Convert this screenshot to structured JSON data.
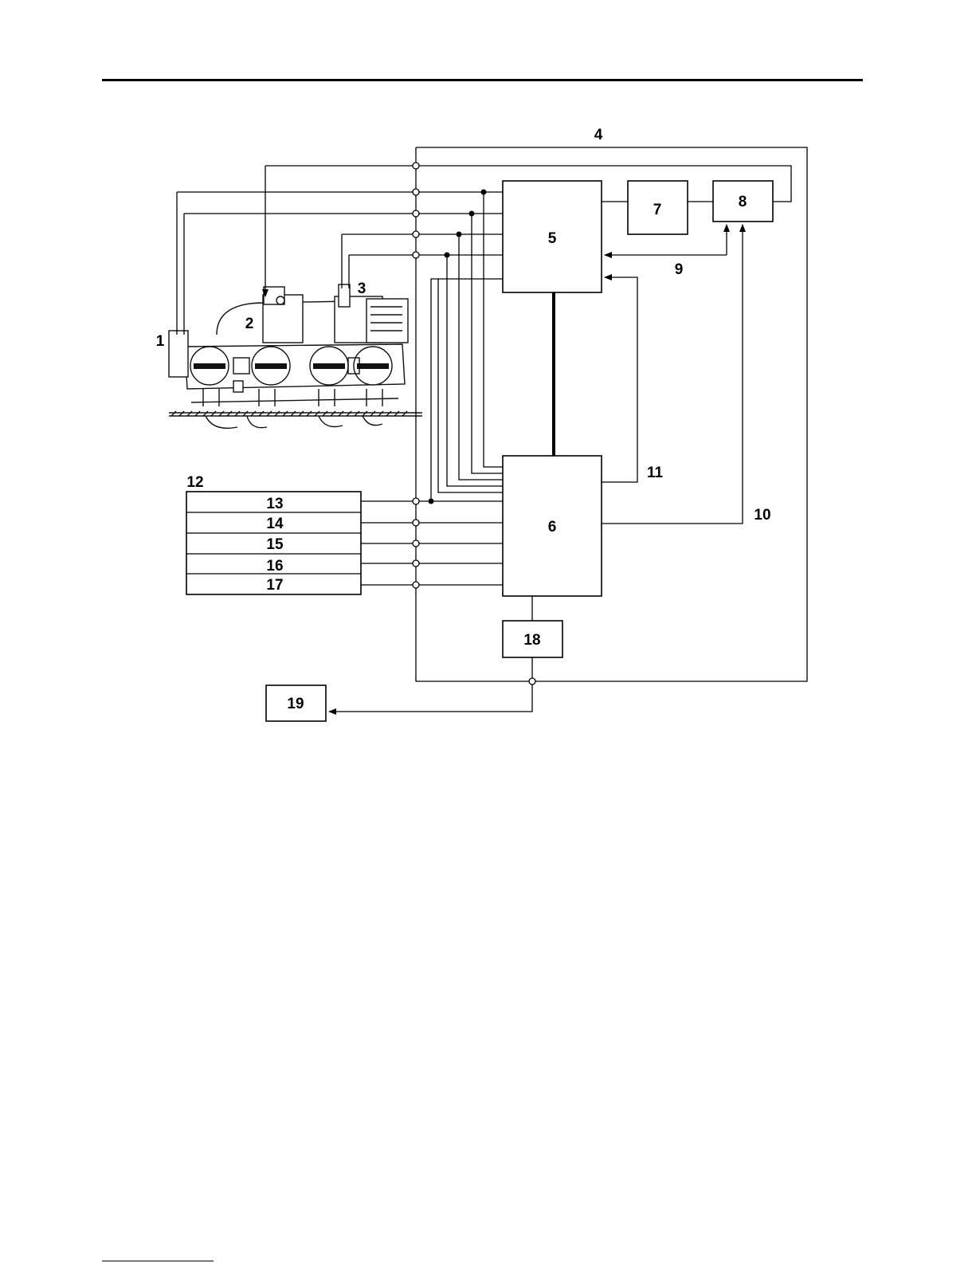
{
  "diagram": {
    "callouts": {
      "c1": "1",
      "c2": "2",
      "c3": "3",
      "c4": "4",
      "c9": "9",
      "c10": "10",
      "c11": "11",
      "c12": "12"
    },
    "boxes": {
      "b5": "5",
      "b6": "6",
      "b7": "7",
      "b8": "8",
      "b18": "18",
      "b19": "19"
    },
    "table_rows": [
      "13",
      "14",
      "15",
      "16",
      "17"
    ]
  }
}
